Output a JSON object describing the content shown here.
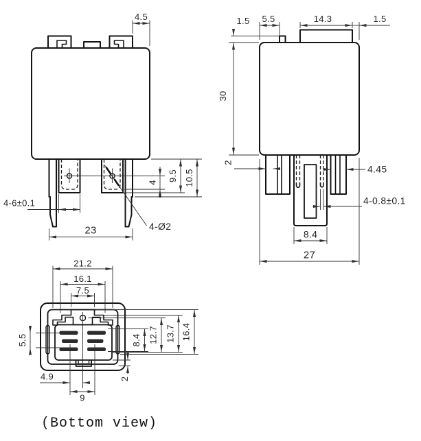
{
  "drawing": {
    "caption": "(Bottom view)",
    "colors": {
      "line": "#141414",
      "dimension": "#2f2f2f",
      "text": "#262626",
      "background": "#ffffff"
    },
    "front_view": {
      "dim_tab_offset": "4.5",
      "dim_terminal_width": "4-6±0.1",
      "dim_pin_span": "23",
      "dim_holes": "4-Ø2",
      "dim_hole_to_tip": "4",
      "dim_depth_inner": "9.5",
      "dim_depth_outer": "10.5"
    },
    "side_view": {
      "dim_edge_left": "1.5",
      "dim_tab_inset": "5.5",
      "dim_tab_width": "14.3",
      "dim_edge_right": "1.5",
      "dim_body_height": "30",
      "dim_pin_thickness": "2",
      "dim_pin_width": "4.45",
      "dim_blade_thickness": "4-0.8±0.1",
      "dim_post_width": "8.4",
      "dim_body_width": "27"
    },
    "bottom_view": {
      "dim_width_flange": "21.2",
      "dim_width_inner": "16.1",
      "dim_width_top": "7.5",
      "dim_slot_pitch": "5.5",
      "dim_slot_field": "8.4",
      "dim_center_height": "12.7",
      "dim_step_height": "13.7",
      "dim_total_height": "16.4",
      "dim_slot_offset": "4.9",
      "dim_slot_span": "9",
      "dim_notch": "2"
    }
  }
}
